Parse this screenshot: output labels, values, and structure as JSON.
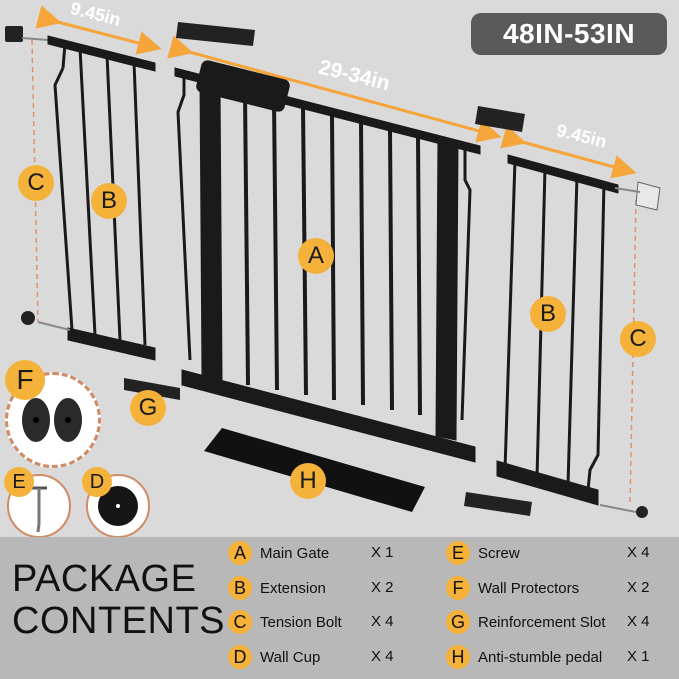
{
  "header": {
    "size_range": "48IN-53IN"
  },
  "dimensions": {
    "left_extension": "9.45in",
    "main_gate": "29-34in",
    "right_extension": "9.45in"
  },
  "diagram_markers": {
    "A": "A",
    "B_left": "B",
    "B_right": "B",
    "C_left": "C",
    "C_right": "C",
    "D": "D",
    "E": "E",
    "F": "F",
    "G": "G",
    "H": "H"
  },
  "package": {
    "title_line1": "PACKAGE",
    "title_line2": "CONTENTS",
    "items": [
      {
        "letter": "A",
        "name": "Main Gate",
        "qty": "X 1"
      },
      {
        "letter": "B",
        "name": "Extension",
        "qty": "X 2"
      },
      {
        "letter": "C",
        "name": "Tension Bolt",
        "qty": "X 4"
      },
      {
        "letter": "D",
        "name": "Wall Cup",
        "qty": "X 4"
      },
      {
        "letter": "E",
        "name": "Screw",
        "qty": "X 4"
      },
      {
        "letter": "F",
        "name": "Wall Protectors",
        "qty": "X 2"
      },
      {
        "letter": "G",
        "name": "Reinforcement Slot",
        "qty": "X 4"
      },
      {
        "letter": "H",
        "name": "Anti-stumble pedal",
        "qty": "X 1"
      }
    ]
  },
  "colors": {
    "accent_orange": "#f5b23a",
    "badge_gray": "#5a5a5a",
    "panel_gray": "#b8b8b8",
    "background": "#dadada"
  }
}
